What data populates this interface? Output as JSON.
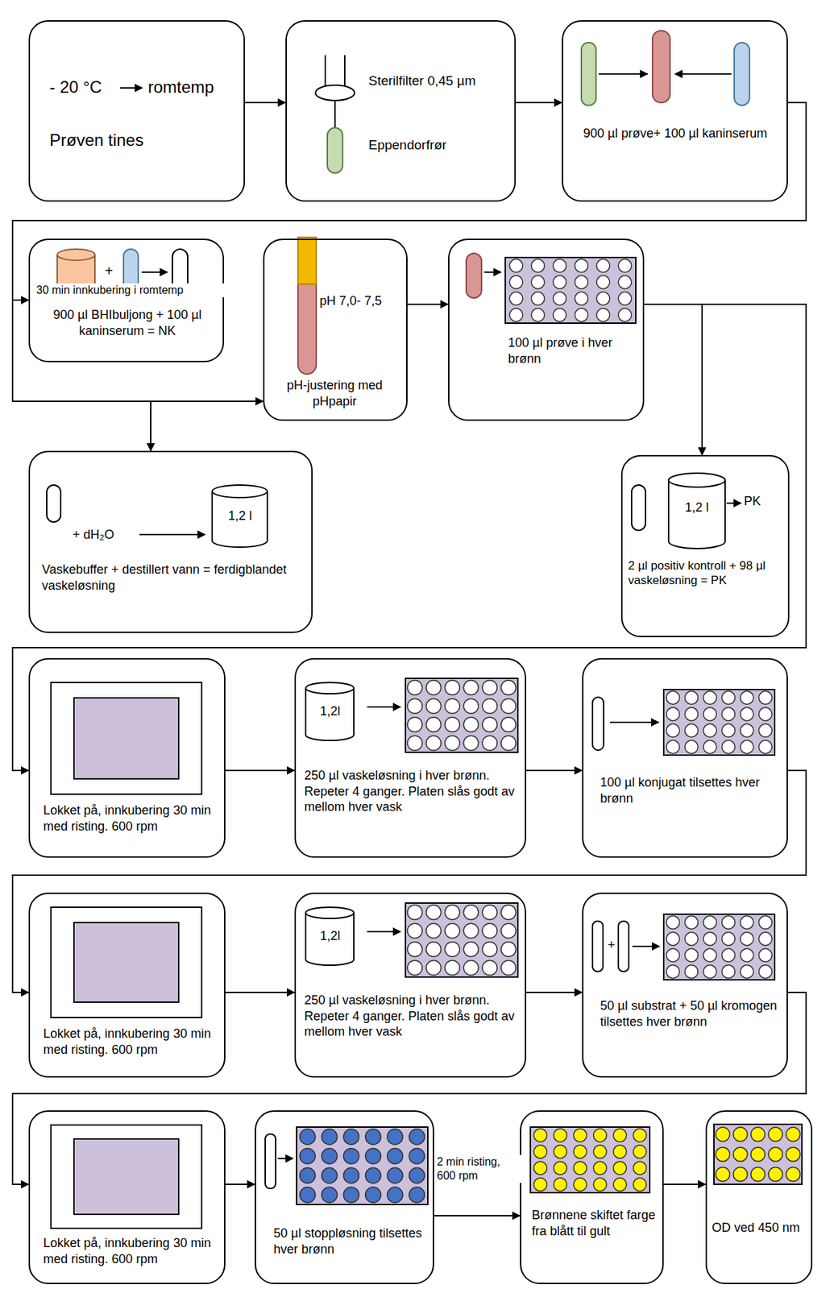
{
  "diagram": {
    "nodes": [
      {
        "text": [
          "- 20 °C",
          "romtemp",
          "Prøven tines"
        ]
      },
      {
        "text": [
          "Sterilfilter 0,45 µm",
          "Eppendorfrør"
        ]
      },
      {
        "text": [
          "900 µl prøve+ 100 µl kaninserum"
        ]
      },
      {
        "text": [
          "+",
          "900 µl BHIbuljong + 100 µl kaninserum = NK"
        ]
      },
      {
        "text": [
          "pH 7,0- 7,5",
          "pH-justering med pHpapir"
        ]
      },
      {
        "text": [
          "100 µl prøve i hver brønn"
        ]
      },
      {
        "text": [
          "+ dH₂O",
          "1,2 l",
          "Vaskebuffer + destillert vann = ferdigblandet vaskeløsning"
        ]
      },
      {
        "text": [
          "1,2 l",
          "PK",
          "2 µl positiv kontroll + 98 µl vaskeløsning = PK"
        ]
      },
      {
        "text": [
          "Lokket på, innkubering 30 min med risting. 600 rpm"
        ]
      },
      {
        "text": [
          "1,2l",
          "250 µl vaskeløsning i hver brønn. Repeter 4 ganger. Platen slås godt av mellom hver vask"
        ]
      },
      {
        "text": [
          "100 µl konjugat tilsettes hver brønn"
        ]
      },
      {
        "text": [
          "Lokket på, innkubering 30 min med risting. 600 rpm"
        ]
      },
      {
        "text": [
          "1,2l",
          "250 µl vaskeløsning i hver brønn. Repeter 4 ganger. Platen slås godt av mellom hver vask"
        ]
      },
      {
        "text": [
          "+",
          "50 µl substrat + 50 µl kromogen tilsettes hver brønn"
        ]
      },
      {
        "text": [
          "Lokket på, innkubering 30 min med risting. 600 rpm"
        ]
      },
      {
        "text": [
          "50 µl stoppløsning tilsettes hver brønn"
        ]
      },
      {
        "text": [
          "Brønnene skiftet farge fra blått til gult"
        ]
      },
      {
        "text": [
          "OD ved 450 nm"
        ]
      }
    ],
    "edges": [
      {
        "from": 0,
        "to": 1,
        "arrow": "to"
      },
      {
        "from": 1,
        "to": 2,
        "arrow": "to"
      },
      {
        "from": 2,
        "to": 3,
        "arrow": "to"
      },
      {
        "from": 3,
        "to": 4,
        "arrow": "to",
        "label": "30 min innkubering i romtemp"
      },
      {
        "from": 3,
        "to": 6,
        "arrow": "to"
      },
      {
        "from": 4,
        "to": 5,
        "arrow": "to"
      },
      {
        "from": 5,
        "to": 7,
        "arrow": "to"
      },
      {
        "from": 5,
        "to": 8,
        "arrow": "to"
      },
      {
        "from": 8,
        "to": 9,
        "arrow": "to"
      },
      {
        "from": 9,
        "to": 10,
        "arrow": "to"
      },
      {
        "from": 10,
        "to": 11,
        "arrow": "to"
      },
      {
        "from": 11,
        "to": 12,
        "arrow": "to"
      },
      {
        "from": 12,
        "to": 13,
        "arrow": "to"
      },
      {
        "from": 13,
        "to": 14,
        "arrow": "to"
      },
      {
        "from": 14,
        "to": 15,
        "arrow": "to"
      },
      {
        "from": 15,
        "to": 16,
        "arrow": "to",
        "label": "2 min risting, 600 rpm"
      },
      {
        "from": 16,
        "to": 17,
        "arrow": "to"
      }
    ]
  }
}
